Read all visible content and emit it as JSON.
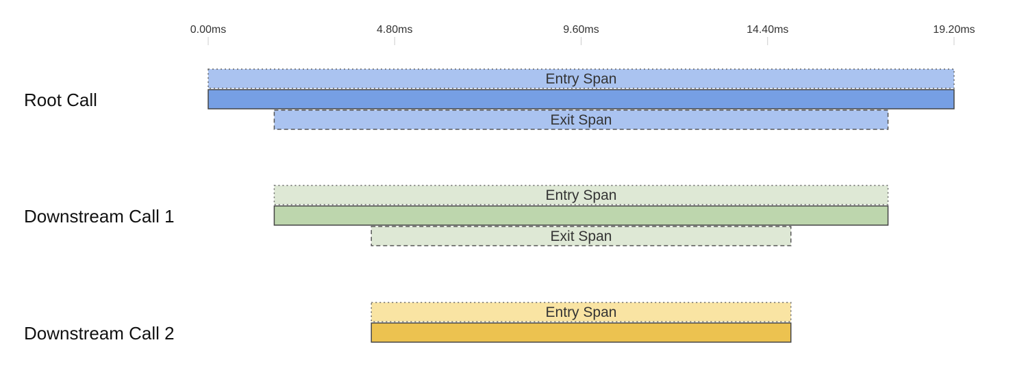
{
  "axis": {
    "unit": "ms",
    "domain": [
      0,
      19.2
    ],
    "ticks": [
      {
        "value": 0,
        "label": "0.00ms"
      },
      {
        "value": 4.8,
        "label": "4.80ms"
      },
      {
        "value": 9.6,
        "label": "9.60ms"
      },
      {
        "value": 14.4,
        "label": "14.40ms"
      },
      {
        "value": 19.2,
        "label": "19.20ms"
      }
    ]
  },
  "rows": [
    {
      "label": "Root Call",
      "colors": {
        "span_fill": "#aac3f0",
        "call_fill": "#769fe4"
      },
      "call": {
        "start": 0,
        "end": 19.2
      },
      "entry_span": {
        "label": "Entry Span",
        "start": 0,
        "end": 19.2
      },
      "exit_span": {
        "label": "Exit Span",
        "start": 1.7,
        "end": 17.5
      }
    },
    {
      "label": "Downstream Call 1",
      "colors": {
        "span_fill": "#dee8d5",
        "call_fill": "#bdd6ad"
      },
      "call": {
        "start": 1.7,
        "end": 17.5
      },
      "entry_span": {
        "label": "Entry Span",
        "start": 1.7,
        "end": 17.5
      },
      "exit_span": {
        "label": "Exit Span",
        "start": 4.2,
        "end": 15.0
      }
    },
    {
      "label": "Downstream Call 2",
      "colors": {
        "span_fill": "#f9e4a3",
        "call_fill": "#ecc250"
      },
      "call": {
        "start": 4.2,
        "end": 15.0
      },
      "entry_span": {
        "label": "Entry Span",
        "start": 4.2,
        "end": 15.0
      },
      "exit_span": null
    }
  ]
}
